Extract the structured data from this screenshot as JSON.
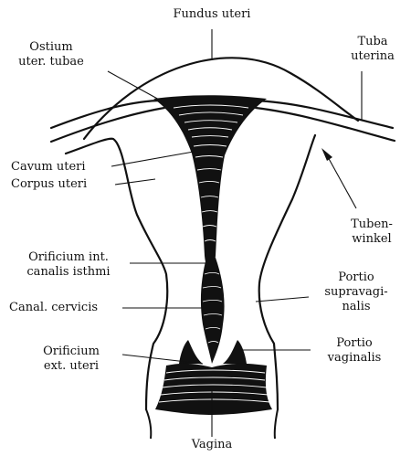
{
  "labels": {
    "fundus_uteri": "Fundus uteri",
    "ostium_line1": "Ostium",
    "ostium_line2": "uter. tubae",
    "tuba_line1": "Tuba",
    "tuba_line2": "uterina",
    "cavum_uteri": "Cavum uteri",
    "corpus_uteri": "Corpus uteri",
    "tubenwinkel_line1": "Tuben-",
    "tubenwinkel_line2": "winkel",
    "orificium_int_line1": "Orificium int.",
    "orificium_int_line2": "canalis isthmi",
    "portio_supra_line1": "Portio",
    "portio_supra_line2": "supravagi-",
    "portio_supra_line3": "nalis",
    "canal_cervicis": "Canal. cervicis",
    "orificium_ext_line1": "Orificium",
    "orificium_ext_line2": "ext. uteri",
    "portio_vag_line1": "Portio",
    "portio_vag_line2": "vaginalis",
    "vagina": "Vagina"
  },
  "colors": {
    "ink": "#111111",
    "background": "#ffffff"
  }
}
